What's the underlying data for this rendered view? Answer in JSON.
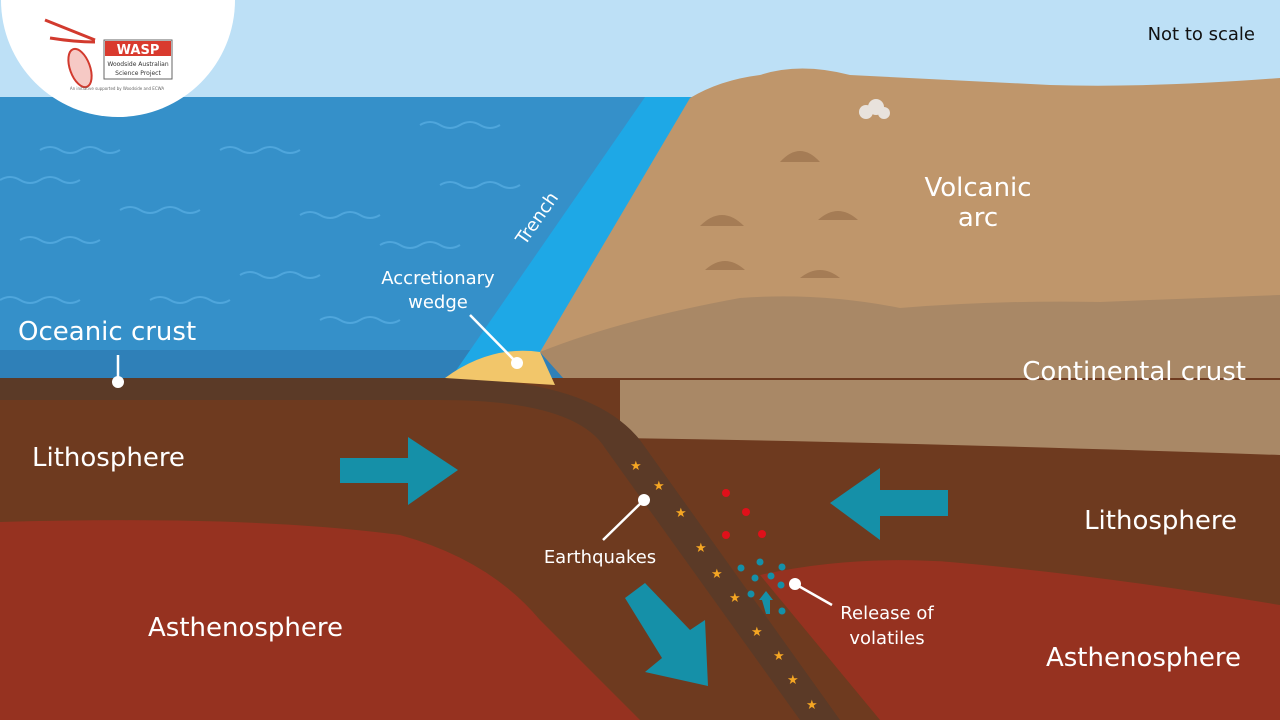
{
  "logo": {
    "title": "WASP",
    "line1": "Woodside Australian",
    "line2": "Science Project",
    "tagline": "An initiative supported by Woodside and ECWA"
  },
  "note": "Not to scale",
  "labels": {
    "trench": "Trench",
    "accretionary_wedge": [
      "Accretionary",
      "wedge"
    ],
    "oceanic_crust": "Oceanic crust",
    "volcanic_arc": [
      "Volcanic",
      "arc"
    ],
    "continental_crust": "Continental crust",
    "lithosphere_left": "Lithosphere",
    "lithosphere_right": "Lithosphere",
    "earthquakes": "Earthquakes",
    "release_of_volatiles": [
      "Release of",
      "volatiles"
    ],
    "asthenosphere_left": "Asthenosphere",
    "asthenosphere_right": "Asthenosphere"
  },
  "colors": {
    "sky": "#bde0f6",
    "ocean": "#3590c9",
    "trench": "#1ea8e6",
    "land": "#bf966b",
    "continental": "#a98866",
    "lithosphere": "#6e3a1f",
    "asthenosphere": "#963220",
    "slab": "#5b3a27",
    "arrow": "#1590a8",
    "wedge": "#f2c66a",
    "star": "#f5a623",
    "magma": "#e0101a"
  }
}
